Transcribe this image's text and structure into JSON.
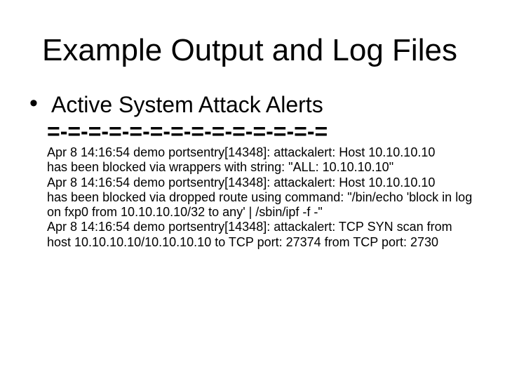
{
  "slide": {
    "title": "Example Output and Log Files",
    "bullet": {
      "marker": "•",
      "heading": "Active System Attack Alerts",
      "separator": "=-=-=-=-=-=-=-=-=-=-=-=-=-=",
      "log_lines": [
        "Apr 8 14:16:54 demo portsentry[14348]: attackalert: Host 10.10.10.10",
        "has been blocked via wrappers with string: \"ALL: 10.10.10.10\"",
        "Apr 8 14:16:54 demo portsentry[14348]: attackalert: Host 10.10.10.10",
        "has been blocked via dropped route using command: \"/bin/echo 'block in log",
        "on fxp0 from 10.10.10.10/32 to any' | /sbin/ipf -f -\"",
        "Apr 8 14:16:54 demo portsentry[14348]: attackalert: TCP SYN scan from",
        "host 10.10.10.10/10.10.10.10 to TCP port: 27374 from TCP port: 2730"
      ]
    },
    "colors": {
      "background": "#ffffff",
      "text": "#000000"
    }
  }
}
